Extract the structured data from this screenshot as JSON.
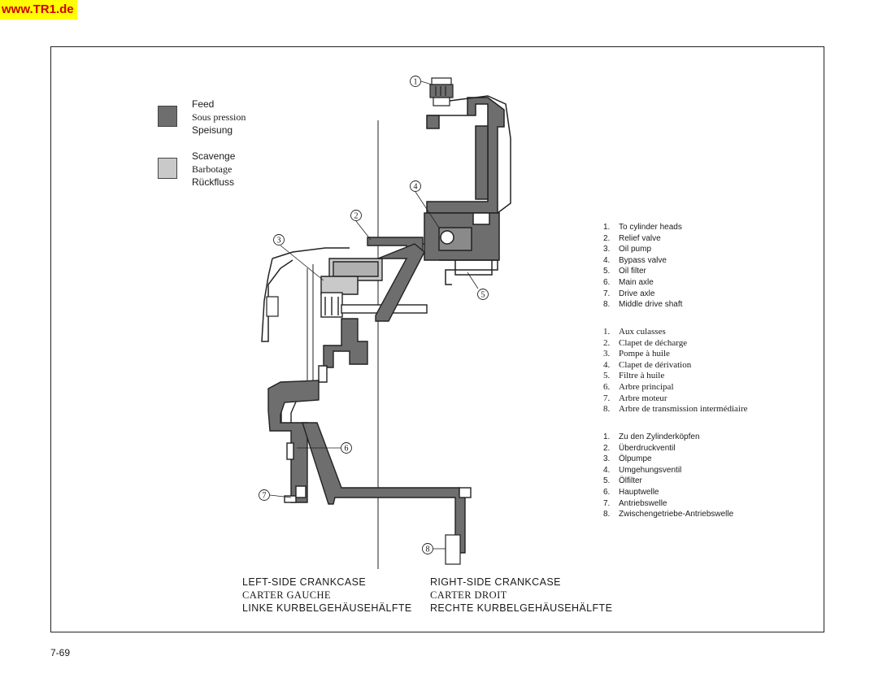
{
  "watermark": "www.TR1.de",
  "legend": {
    "feed": {
      "color": "#6e6e6e",
      "lines": [
        "Feed",
        "Sous pression",
        "Speisung"
      ]
    },
    "scavenge": {
      "color": "#c9c9c9",
      "lines": [
        "Scavenge",
        "Barbotage",
        "Rückfluss"
      ]
    }
  },
  "callouts": [
    "1",
    "2",
    "3",
    "4",
    "5",
    "6",
    "7",
    "8"
  ],
  "parts_en": [
    {
      "num": "1.",
      "label": "To cylinder heads"
    },
    {
      "num": "2.",
      "label": "Relief valve"
    },
    {
      "num": "3.",
      "label": "Oil pump"
    },
    {
      "num": "4.",
      "label": "Bypass valve"
    },
    {
      "num": "5.",
      "label": "Oil filter"
    },
    {
      "num": "6.",
      "label": "Main axle"
    },
    {
      "num": "7.",
      "label": "Drive axle"
    },
    {
      "num": "8.",
      "label": "Middle drive shaft"
    }
  ],
  "parts_fr": [
    {
      "num": "1.",
      "label": "Aux culasses"
    },
    {
      "num": "2.",
      "label": "Clapet de décharge"
    },
    {
      "num": "3.",
      "label": "Pompe à huile"
    },
    {
      "num": "4.",
      "label": "Clapet de dérivation"
    },
    {
      "num": "5.",
      "label": "Filtre à huile"
    },
    {
      "num": "6.",
      "label": "Arbre principal"
    },
    {
      "num": "7.",
      "label": "Arbre moteur"
    },
    {
      "num": "8.",
      "label": "Arbre de transmission intermédiaire"
    }
  ],
  "parts_de": [
    {
      "num": "1.",
      "label": "Zu den Zylinderköpfen"
    },
    {
      "num": "2.",
      "label": "Überdruckventil"
    },
    {
      "num": "3.",
      "label": "Ölpumpe"
    },
    {
      "num": "4.",
      "label": "Umgehungsventil"
    },
    {
      "num": "5.",
      "label": "Ölfilter"
    },
    {
      "num": "6.",
      "label": "Hauptwelle"
    },
    {
      "num": "7.",
      "label": "Antriebswelle"
    },
    {
      "num": "8.",
      "label": "Zwischengetriebe-Antriebswelle"
    }
  ],
  "captions": {
    "left": [
      "LEFT-SIDE CRANKCASE",
      "CARTER GAUCHE",
      "LINKE KURBELGEHÄUSEHÄLFTE"
    ],
    "right": [
      "RIGHT-SIDE CRANKCASE",
      "CARTER DROIT",
      "RECHTE KURBELGEHÄUSEHÄLFTE"
    ]
  },
  "page_number": "7-69"
}
